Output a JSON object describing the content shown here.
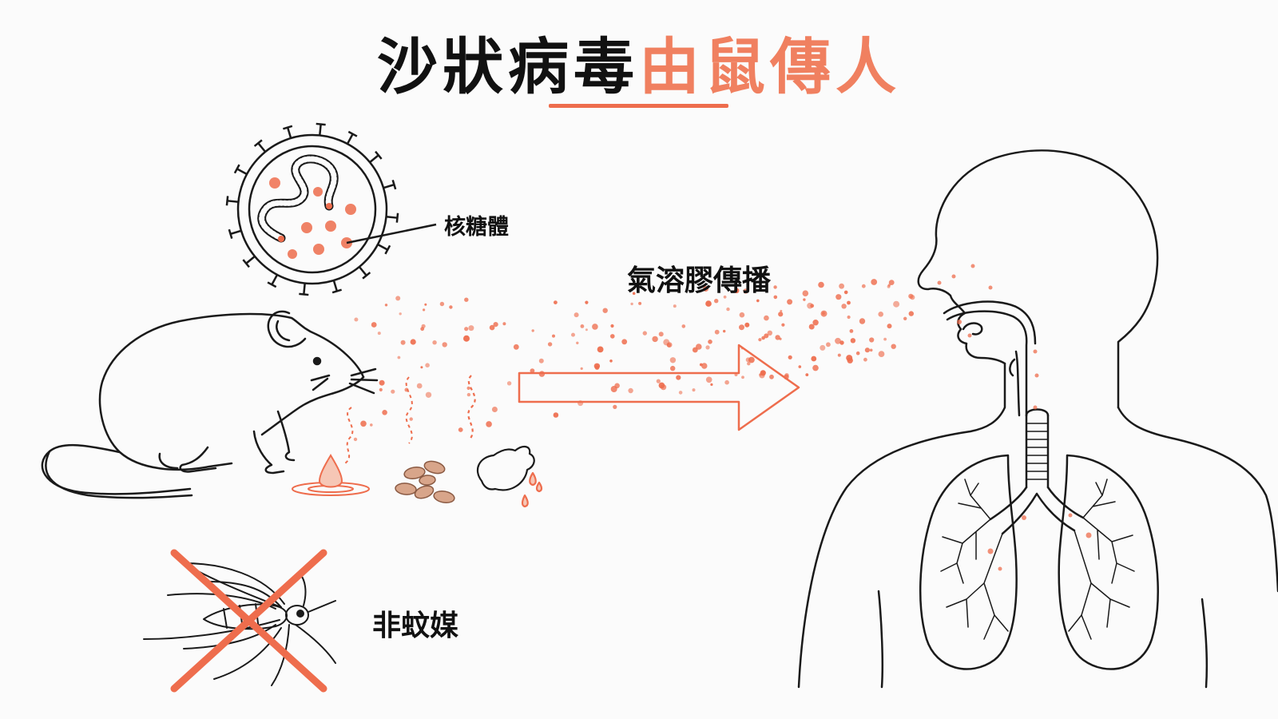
{
  "title": {
    "part1": "沙狀病毒",
    "part2": "由鼠傳人"
  },
  "labels": {
    "ribosome": "核糖體",
    "aerosol": "氣溶膠傳播",
    "not_mosquito": "非蚊媒"
  },
  "colors": {
    "accent": "#ee6d4d",
    "accent_light": "#f08060",
    "line": "#1a1a1a",
    "background": "#fbfbfb",
    "dropping": "#d8a58a"
  },
  "icons": {
    "virus": "arenavirus-icon",
    "rat": "rat-icon",
    "urine": "urine-drop-icon",
    "droppings": "droppings-icon",
    "saliva": "saliva-icon",
    "arrow": "right-arrow-icon",
    "human": "human-respiratory-icon",
    "mosquito": "mosquito-icon",
    "cross": "cross-mark-icon"
  }
}
